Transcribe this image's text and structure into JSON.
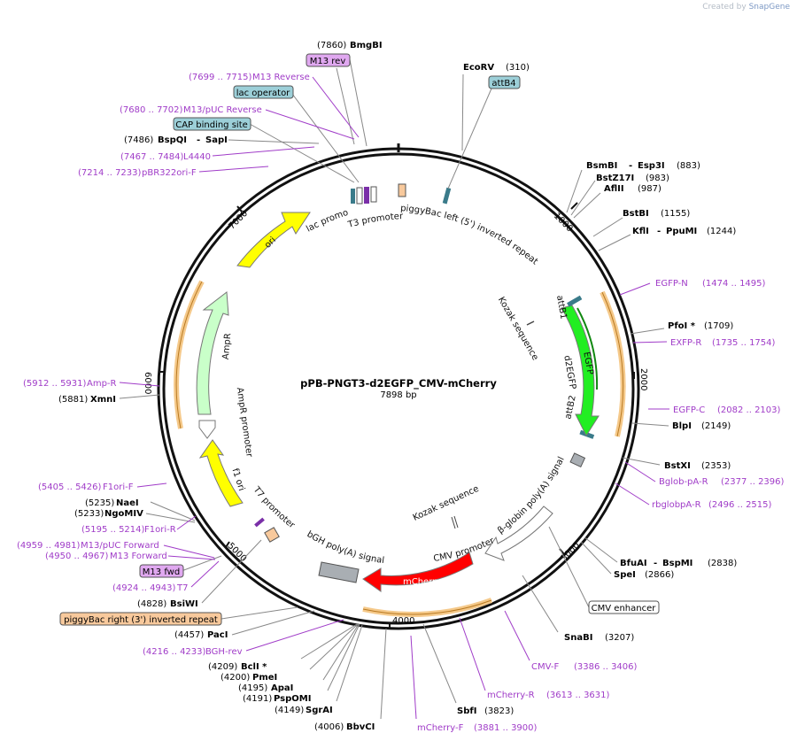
{
  "watermark": {
    "created_by": "Created by",
    "brand": "SnapGene"
  },
  "map": {
    "name": "pPB-PNGT3-d2EGFP_CMV-mCherry",
    "length": "7898 bp",
    "ticks": [
      "1000",
      "2000",
      "3000",
      "4000",
      "5000",
      "6000",
      "7000"
    ]
  },
  "enzymes": [
    {
      "id": "bmgbi",
      "pos": "(7860)",
      "name": "BmgBI"
    },
    {
      "id": "ecorv",
      "pos": "(310)",
      "name": "EcoRV"
    },
    {
      "id": "bspqi",
      "pos": "(7486)",
      "name": "BspQI",
      "name2": "SapI"
    },
    {
      "id": "bsmbi",
      "pos": "(883)",
      "name": "BsmBI",
      "name2": "Esp3I"
    },
    {
      "id": "bstz17i",
      "pos": "(983)",
      "name": "BstZ17I"
    },
    {
      "id": "aflii",
      "pos": "(987)",
      "name": "AflII"
    },
    {
      "id": "bstbi",
      "pos": "(1155)",
      "name": "BstBI"
    },
    {
      "id": "kfli",
      "pos": "(1244)",
      "name": "KflI",
      "name2": "PpuMI"
    },
    {
      "id": "pfoi",
      "pos": "(1709)",
      "name": "PfoI *"
    },
    {
      "id": "blpi",
      "pos": "(2149)",
      "name": "BlpI"
    },
    {
      "id": "bstxi",
      "pos": "(2353)",
      "name": "BstXI"
    },
    {
      "id": "bfuai",
      "pos": "(2838)",
      "name": "BfuAI",
      "name2": "BspMI"
    },
    {
      "id": "spei",
      "pos": "(2866)",
      "name": "SpeI"
    },
    {
      "id": "snabi",
      "pos": "(3207)",
      "name": "SnaBI"
    },
    {
      "id": "sbfi",
      "pos": "(3823)",
      "name": "SbfI"
    },
    {
      "id": "bbvci",
      "pos": "(4006)",
      "name": "BbvCI"
    },
    {
      "id": "sgrai",
      "pos": "(4149)",
      "name": "SgrAI"
    },
    {
      "id": "pspomi",
      "pos": "(4191)",
      "name": "PspOMI"
    },
    {
      "id": "apai",
      "pos": "(4195)",
      "name": "ApaI"
    },
    {
      "id": "pmei",
      "pos": "(4200)",
      "name": "PmeI"
    },
    {
      "id": "bcli",
      "pos": "(4209)",
      "name": "BclI *"
    },
    {
      "id": "paci",
      "pos": "(4457)",
      "name": "PacI"
    },
    {
      "id": "bsiwi",
      "pos": "(4828)",
      "name": "BsiWI"
    },
    {
      "id": "ngomiv",
      "pos": "(5233)",
      "name": "NgoMIV"
    },
    {
      "id": "naei",
      "pos": "(5235)",
      "name": "NaeI"
    },
    {
      "id": "xmni",
      "pos": "(5881)",
      "name": "XmnI"
    }
  ],
  "primers": [
    {
      "id": "m13rev",
      "range": "(7699 .. 7715)",
      "name": "M13 Reverse"
    },
    {
      "id": "m13puc_rev",
      "range": "(7680 .. 7702)",
      "name": "M13/pUC Reverse"
    },
    {
      "id": "l4440",
      "range": "(7467 .. 7484)",
      "name": "L4440"
    },
    {
      "id": "pbr322",
      "range": "(7214 .. 7233)",
      "name": "pBR322ori-F"
    },
    {
      "id": "egfpn",
      "range": "(1474 .. 1495)",
      "name": "EGFP-N"
    },
    {
      "id": "exfpr",
      "range": "(1735 .. 1754)",
      "name": "EXFP-R"
    },
    {
      "id": "egfpc",
      "range": "(2082 .. 2103)",
      "name": "EGFP-C"
    },
    {
      "id": "bglob",
      "range": "(2377 .. 2396)",
      "name": "Bglob-pA-R"
    },
    {
      "id": "rbglob",
      "range": "(2496 .. 2515)",
      "name": "rbglobpA-R"
    },
    {
      "id": "cmvf",
      "range": "(3386 .. 3406)",
      "name": "CMV-F"
    },
    {
      "id": "mcherryr",
      "range": "(3613 .. 3631)",
      "name": "mCherry-R"
    },
    {
      "id": "mcherryf",
      "range": "(3881 .. 3900)",
      "name": "mCherry-F"
    },
    {
      "id": "bghrev",
      "range": "(4216 .. 4233)",
      "name": "BGH-rev"
    },
    {
      "id": "t7",
      "range": "(4924 .. 4943)",
      "name": "T7"
    },
    {
      "id": "m13fwd",
      "range": "(4950 .. 4967)",
      "name": "M13 Forward"
    },
    {
      "id": "m13puc_fwd",
      "range": "(4959 .. 4981)",
      "name": "M13/pUC Forward"
    },
    {
      "id": "f1orir",
      "range": "(5195 .. 5214)",
      "name": "F1ori-R"
    },
    {
      "id": "f1orif",
      "range": "(5405 .. 5426)",
      "name": "F1ori-F"
    },
    {
      "id": "ampr",
      "range": "(5912 .. 5931)",
      "name": "Amp-R"
    }
  ],
  "boxed_labels": {
    "m13rev": "M13 rev",
    "lac_operator": "lac operator",
    "cap": "CAP binding site",
    "attb4": "attB4",
    "cmv_enhancer": "CMV enhancer",
    "m13fwd": "M13 fwd",
    "piggybac_right": "piggyBac right (3') inverted repeat"
  },
  "features": {
    "lac_promoter": "lac promoter",
    "t3_promoter": "T3 promoter",
    "piggybac_left": "piggyBac left (5') inverted repeat",
    "kozak1": "Kozak sequence",
    "attb1": "attB1",
    "egfp": "EGFP",
    "d2egfp": "d2EGFP",
    "attb2": "attB2",
    "bglobin": "β-globin poly(A) signal",
    "kozak2": "Kozak sequence",
    "cmv_promoter": "CMV promoter",
    "mcherry": "mCherry",
    "bgh": "bGH poly(A) signal",
    "t7_promoter": "T7 promoter",
    "f1ori": "f1 ori",
    "ampr_promoter": "AmpR promoter",
    "ampr": "AmpR",
    "ori": "ori"
  },
  "colors": {
    "backbone": "#111111",
    "ori": "#ffff00",
    "ampr": "#c9ffc9",
    "egfp": "#22ee22",
    "mcherry": "#ff0000",
    "primer": "#a03cc8",
    "primer_bind": "#f5c98a",
    "box_teal": "#9ccfd8",
    "box_purple": "#e0a8f0",
    "box_orange": "#f8c99c"
  }
}
